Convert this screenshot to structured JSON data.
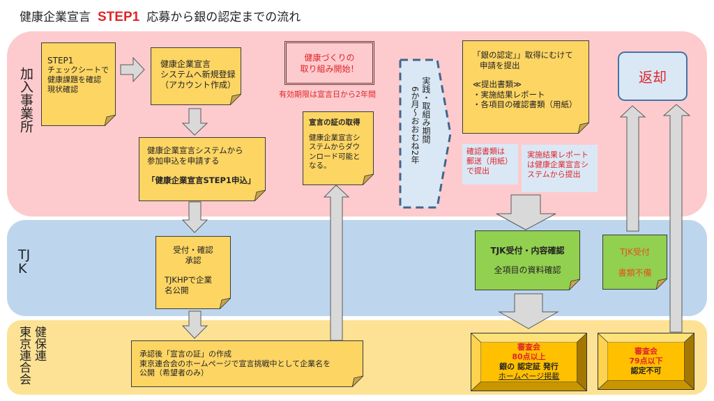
{
  "title": {
    "prefix": "健康企業宣言",
    "step": "STEP1",
    "suffix": "応募から銀の認定までの流れ"
  },
  "lanes": {
    "member": "加入事業所",
    "tjk": "TJK",
    "federation_col1": "健保連",
    "federation_col2": "東京連合会"
  },
  "boxes": {
    "step1": {
      "line1": "STEP1",
      "line2": "チェックシートで",
      "line3": "健康課題を確認",
      "line4": "現状確認"
    },
    "register": {
      "line1": "健康企業宣言",
      "line2": "システムへ新規登録",
      "line3": "（アカウント作成）"
    },
    "apply": {
      "line1": "健康企業宣言システムから",
      "line2": "参加申込を申請する",
      "line3": "「健康企業宣言STEP1申込」"
    },
    "tjk_accept": {
      "line1": "受付・確認",
      "line2": "承認",
      "line3": "TJKHPで企業",
      "line4": "名公開"
    },
    "federation": {
      "line1": "承認後「宣言の証」の作成",
      "line2": "東京連合会のホームページで宣言挑戦中として企業名を",
      "line3": "公開（希望者のみ）"
    },
    "start": {
      "line1": "健康づくりの",
      "line2": "取り組み開始！"
    },
    "validity": "有効期限は宣言日から2年間",
    "certificate": {
      "heading": "宣言の証の取得",
      "line1": "健康企業宣言シ",
      "line2": "ステムからダウ",
      "line3": "ンロード可能と",
      "line4": "なる。"
    },
    "period": {
      "col1": "実践・取組み期間",
      "col2": "6か月～おおむね2年"
    },
    "silver": {
      "line1": "「銀の認定」」取得にむけて",
      "line2": "申請を提出",
      "line3": "≪提出書類≫",
      "line4": "・実施結果レポート",
      "line5": "・各項目の確認書類（用紙）"
    },
    "note_mail": {
      "line1": "確認書類は",
      "line2": "郵送（用紙）",
      "line3": "で提出"
    },
    "note_system": {
      "line1": "実施結果レポート",
      "line2": "は健康企業宣言シ",
      "line3": "ステムから提出"
    },
    "tjk_review": {
      "line1": "TJK受付・内容確認",
      "line2": "全項目の資料確認"
    },
    "tjk_incomplete": {
      "line1": "TJK受付",
      "line2": "書類不備"
    },
    "return": "返却",
    "review_pass": {
      "line1": "審査会",
      "line2": "80点以上",
      "line3": "銀の 認定証 発行",
      "line4": "ホームページ掲載"
    },
    "review_fail": {
      "line1": "審査会",
      "line2": "79点以下",
      "line3": "認定不可"
    }
  },
  "colors": {
    "pink_lane": "#fdcbcd",
    "blue_lane": "#bdd6ee",
    "yellow_lane": "#fde295",
    "note_yellow": "#fdd563",
    "green": "#92d050",
    "red_text": "#e0242a",
    "arrow_gray": "#d9d9d9",
    "gold": "#ffc000"
  }
}
